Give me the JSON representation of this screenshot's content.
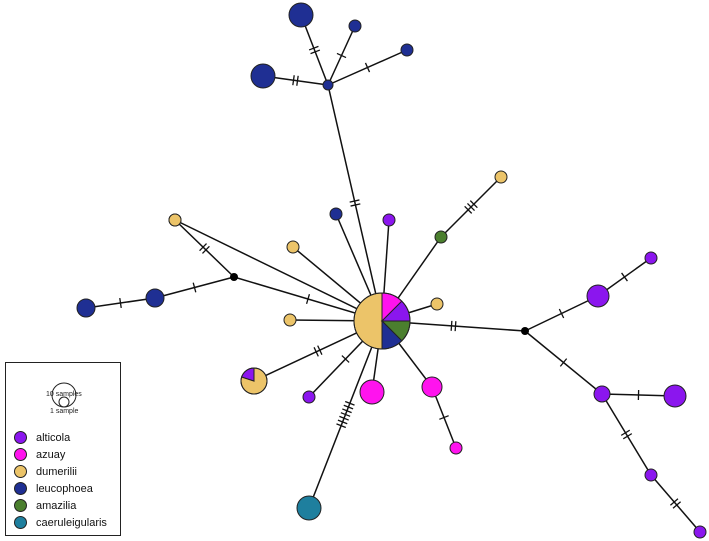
{
  "legend": {
    "scale_large": "10 samples",
    "scale_small": "1 sample",
    "items": [
      {
        "key": "alticola",
        "label": "alticola",
        "color": "#8b16ee"
      },
      {
        "key": "azuay",
        "label": "azuay",
        "color": "#ff13ee"
      },
      {
        "key": "dumerilii",
        "label": "dumerilii",
        "color": "#ecc469"
      },
      {
        "key": "leucophoea",
        "label": "leucophoea",
        "color": "#1f2f93"
      },
      {
        "key": "amazilia",
        "label": "amazilia",
        "color": "#4b7f2e"
      },
      {
        "key": "caeruleigularis",
        "label": "caeruleigularis",
        "color": "#1e7f9e"
      }
    ]
  },
  "network": {
    "haplotypes": [
      {
        "id": "center",
        "composition": {
          "dumerilii": 0.5,
          "azuay": 0.125,
          "alticola": 0.125,
          "amazilia": 0.125,
          "leucophoea": 0.125
        }
      },
      {
        "id": "lt1",
        "composition": {
          "leucophoea": 1
        }
      },
      {
        "id": "lt2",
        "composition": {
          "leucophoea": 1
        }
      },
      {
        "id": "lt3",
        "composition": {
          "leucophoea": 1
        }
      },
      {
        "id": "lt4",
        "composition": {
          "leucophoea": 1
        }
      },
      {
        "id": "lt5",
        "composition": {
          "leucophoea": 1
        }
      },
      {
        "id": "lc1",
        "composition": {
          "leucophoea": 1
        }
      },
      {
        "id": "al1",
        "composition": {
          "alticola": 1
        }
      },
      {
        "id": "am1",
        "composition": {
          "amazilia": 1
        }
      },
      {
        "id": "du1",
        "composition": {
          "dumerilii": 1
        }
      },
      {
        "id": "du2",
        "composition": {
          "dumerilii": 1
        }
      },
      {
        "id": "du3",
        "composition": {
          "dumerilii": 1
        }
      },
      {
        "id": "du4",
        "composition": {
          "dumerilii": 1
        }
      },
      {
        "id": "du5",
        "composition": {
          "dumerilii": 1
        }
      },
      {
        "id": "dl1",
        "composition": {
          "dumerilii": 1
        }
      },
      {
        "id": "lw1",
        "composition": {
          "leucophoea": 1
        }
      },
      {
        "id": "lw2",
        "composition": {
          "leucophoea": 1
        }
      },
      {
        "id": "mix1",
        "composition": {
          "dumerilii": 0.8,
          "alticola": 0.2
        }
      },
      {
        "id": "al2",
        "composition": {
          "alticola": 1
        }
      },
      {
        "id": "az1",
        "composition": {
          "azuay": 1
        }
      },
      {
        "id": "az2",
        "composition": {
          "azuay": 1
        }
      },
      {
        "id": "az3",
        "composition": {
          "azuay": 1
        }
      },
      {
        "id": "ca1",
        "composition": {
          "caeruleigularis": 1
        }
      },
      {
        "id": "ar1",
        "composition": {
          "alticola": 1
        }
      },
      {
        "id": "ar2",
        "composition": {
          "alticola": 1
        }
      },
      {
        "id": "ar3",
        "composition": {
          "alticola": 1
        }
      },
      {
        "id": "ar4",
        "composition": {
          "alticola": 1
        }
      },
      {
        "id": "ar5",
        "composition": {
          "alticola": 1
        }
      },
      {
        "id": "ar6",
        "composition": {
          "alticola": 1
        }
      }
    ],
    "median_vectors": [
      "mvTop",
      "mvLeft",
      "mvRight"
    ],
    "edges": [
      {
        "from": "center",
        "to": "mvTop",
        "mutations": 2
      },
      {
        "from": "mvTop",
        "to": "lt1",
        "mutations": 2
      },
      {
        "from": "mvTop",
        "to": "lt2",
        "mutations": 1
      },
      {
        "from": "mvTop",
        "to": "lt3",
        "mutations": 2
      },
      {
        "from": "mvTop",
        "to": "lt4",
        "mutations": 1
      },
      {
        "from": "mvTop",
        "to": "lt5",
        "mutations": 0
      },
      {
        "from": "center",
        "to": "lc1",
        "mutations": 0
      },
      {
        "from": "center",
        "to": "al1",
        "mutations": 0
      },
      {
        "from": "center",
        "to": "am1",
        "mutations": 0
      },
      {
        "from": "am1",
        "to": "du1",
        "mutations": 3
      },
      {
        "from": "center",
        "to": "du2",
        "mutations": 0
      },
      {
        "from": "center",
        "to": "du3",
        "mutations": 0
      },
      {
        "from": "center",
        "to": "du4",
        "mutations": 0
      },
      {
        "from": "center",
        "to": "mvLeft",
        "mutations": 1
      },
      {
        "from": "mvLeft",
        "to": "dl1",
        "mutations": 2
      },
      {
        "from": "mvLeft",
        "to": "lw2",
        "mutations": 1
      },
      {
        "from": "lw2",
        "to": "lw1",
        "mutations": 1
      },
      {
        "from": "center",
        "to": "du5",
        "mutations": 0
      },
      {
        "from": "center",
        "to": "mix1",
        "mutations": 2
      },
      {
        "from": "center",
        "to": "al2",
        "mutations": 1
      },
      {
        "from": "center",
        "to": "ca1",
        "mutations": 7
      },
      {
        "from": "center",
        "to": "az1",
        "mutations": 0
      },
      {
        "from": "center",
        "to": "az2",
        "mutations": 0
      },
      {
        "from": "az2",
        "to": "az3",
        "mutations": 1
      },
      {
        "from": "center",
        "to": "mvRight",
        "mutations": 2
      },
      {
        "from": "mvRight",
        "to": "ar1",
        "mutations": 1
      },
      {
        "from": "ar1",
        "to": "ar2",
        "mutations": 1
      },
      {
        "from": "mvRight",
        "to": "ar3",
        "mutations": 1
      },
      {
        "from": "ar3",
        "to": "ar4",
        "mutations": 1
      },
      {
        "from": "ar3",
        "to": "ar5",
        "mutations": 2
      },
      {
        "from": "ar5",
        "to": "ar6",
        "mutations": 2
      }
    ]
  }
}
